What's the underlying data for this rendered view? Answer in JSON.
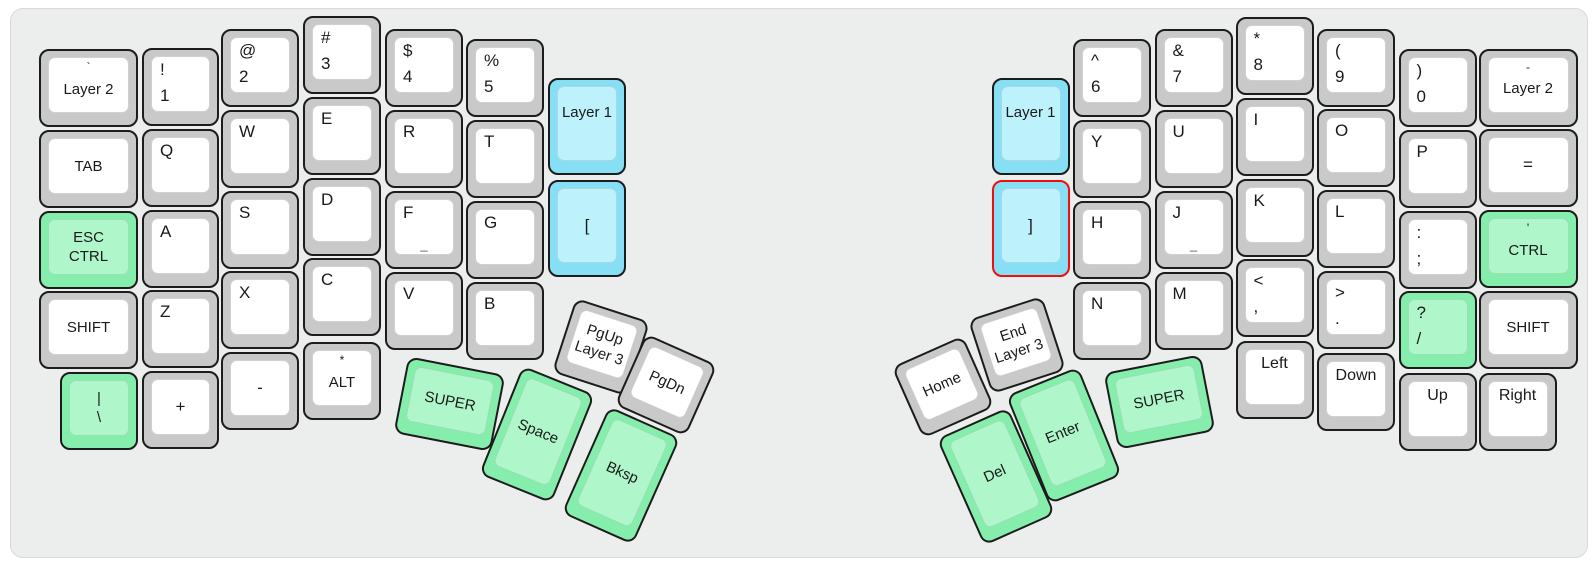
{
  "colors": {
    "page_background": "#ffffff",
    "panel_background": "#eceded",
    "key_base": "#c9c9c9",
    "key_face": "#ffffff",
    "green_base": "#86eeac",
    "green_face": "#b0f6cb",
    "cyan_base": "#86dff5",
    "cyan_face": "#bdf1fb",
    "selected_outline": "#f20d0d",
    "legend": "#1a1a1a"
  },
  "selected_key": "r-rbracket",
  "keys": [
    {
      "id": "l-layer2",
      "mode": "layer",
      "color": "gray",
      "labels": [
        "`",
        "Layer 2"
      ]
    },
    {
      "id": "l-tab",
      "mode": "word",
      "color": "gray",
      "labels": [
        "TAB"
      ]
    },
    {
      "id": "l-esc-ctrl",
      "mode": "stack",
      "color": "green",
      "labels": [
        "ESC",
        "CTRL"
      ]
    },
    {
      "id": "l-shift",
      "mode": "word",
      "color": "gray",
      "labels": [
        "SHIFT"
      ]
    },
    {
      "id": "l-pipe",
      "mode": "stack",
      "color": "green",
      "labels": [
        "|",
        "\\"
      ]
    },
    {
      "id": "l-1",
      "mode": "pair",
      "color": "gray",
      "labels": [
        "!",
        "1"
      ]
    },
    {
      "id": "l-q",
      "mode": "letter",
      "color": "gray",
      "labels": [
        "Q"
      ]
    },
    {
      "id": "l-a",
      "mode": "letter",
      "color": "gray",
      "labels": [
        "A"
      ]
    },
    {
      "id": "l-z",
      "mode": "letter",
      "color": "gray",
      "labels": [
        "Z"
      ]
    },
    {
      "id": "l-plus",
      "mode": "sym",
      "color": "gray",
      "labels": [
        "+"
      ]
    },
    {
      "id": "l-2",
      "mode": "pair",
      "color": "gray",
      "labels": [
        "@",
        "2"
      ]
    },
    {
      "id": "l-w",
      "mode": "letter",
      "color": "gray",
      "labels": [
        "W"
      ]
    },
    {
      "id": "l-s",
      "mode": "letter",
      "color": "gray",
      "labels": [
        "S"
      ]
    },
    {
      "id": "l-x",
      "mode": "letter",
      "color": "gray",
      "labels": [
        "X"
      ]
    },
    {
      "id": "l-minus",
      "mode": "sym",
      "color": "gray",
      "labels": [
        "-"
      ]
    },
    {
      "id": "l-3",
      "mode": "pair",
      "color": "gray",
      "labels": [
        "#",
        "3"
      ]
    },
    {
      "id": "l-e",
      "mode": "letter",
      "color": "gray",
      "labels": [
        "E"
      ]
    },
    {
      "id": "l-d",
      "mode": "letter",
      "color": "gray",
      "labels": [
        "D"
      ]
    },
    {
      "id": "l-c",
      "mode": "letter",
      "color": "gray",
      "labels": [
        "C"
      ]
    },
    {
      "id": "l-alt",
      "mode": "layer",
      "color": "gray",
      "labels": [
        "*",
        "ALT"
      ]
    },
    {
      "id": "l-4",
      "mode": "pair",
      "color": "gray",
      "labels": [
        "$",
        "4"
      ]
    },
    {
      "id": "l-r",
      "mode": "letter",
      "color": "gray",
      "labels": [
        "R"
      ]
    },
    {
      "id": "l-f",
      "mode": "homing",
      "color": "gray",
      "labels": [
        "F",
        "_"
      ]
    },
    {
      "id": "l-v",
      "mode": "letter",
      "color": "gray",
      "labels": [
        "V"
      ]
    },
    {
      "id": "l-5",
      "mode": "pair",
      "color": "gray",
      "labels": [
        "%",
        "5"
      ]
    },
    {
      "id": "l-t",
      "mode": "letter",
      "color": "gray",
      "labels": [
        "T"
      ]
    },
    {
      "id": "l-g",
      "mode": "letter",
      "color": "gray",
      "labels": [
        "G"
      ]
    },
    {
      "id": "l-b",
      "mode": "letter",
      "color": "gray",
      "labels": [
        "B"
      ]
    },
    {
      "id": "l-layer1",
      "mode": "word-high",
      "color": "cyan",
      "labels": [
        "Layer 1"
      ]
    },
    {
      "id": "l-lbracket",
      "mode": "sym",
      "color": "cyan",
      "labels": [
        "["
      ]
    },
    {
      "id": "l-pgup",
      "mode": "stack",
      "color": "gray",
      "labels": [
        "PgUp",
        "Layer 3"
      ]
    },
    {
      "id": "l-pgdn",
      "mode": "word",
      "color": "gray",
      "labels": [
        "PgDn"
      ]
    },
    {
      "id": "l-space",
      "mode": "word",
      "color": "green",
      "labels": [
        "Space"
      ]
    },
    {
      "id": "l-bksp",
      "mode": "word",
      "color": "green",
      "labels": [
        "Bksp"
      ]
    },
    {
      "id": "l-super",
      "mode": "word",
      "color": "green",
      "labels": [
        "SUPER"
      ]
    },
    {
      "id": "r-layer1",
      "mode": "word-high",
      "color": "cyan",
      "labels": [
        "Layer 1"
      ]
    },
    {
      "id": "r-rbracket",
      "mode": "sym",
      "color": "cyan",
      "selected": true,
      "labels": [
        "]"
      ]
    },
    {
      "id": "r-6",
      "mode": "pair",
      "color": "gray",
      "labels": [
        "^",
        "6"
      ]
    },
    {
      "id": "r-y",
      "mode": "letter",
      "color": "gray",
      "labels": [
        "Y"
      ]
    },
    {
      "id": "r-h",
      "mode": "letter",
      "color": "gray",
      "labels": [
        "H"
      ]
    },
    {
      "id": "r-n",
      "mode": "letter",
      "color": "gray",
      "labels": [
        "N"
      ]
    },
    {
      "id": "r-7",
      "mode": "pair",
      "color": "gray",
      "labels": [
        "&",
        "7"
      ]
    },
    {
      "id": "r-u",
      "mode": "letter",
      "color": "gray",
      "labels": [
        "U"
      ]
    },
    {
      "id": "r-j",
      "mode": "homing",
      "color": "gray",
      "labels": [
        "J",
        "_"
      ]
    },
    {
      "id": "r-m",
      "mode": "letter",
      "color": "gray",
      "labels": [
        "M"
      ]
    },
    {
      "id": "r-8",
      "mode": "pair",
      "color": "gray",
      "labels": [
        "*",
        "8"
      ]
    },
    {
      "id": "r-i",
      "mode": "letter",
      "color": "gray",
      "labels": [
        "I"
      ]
    },
    {
      "id": "r-k",
      "mode": "letter",
      "color": "gray",
      "labels": [
        "K"
      ]
    },
    {
      "id": "r-comma",
      "mode": "pair",
      "color": "gray",
      "labels": [
        "<",
        ","
      ]
    },
    {
      "id": "r-left",
      "mode": "arrow",
      "color": "gray",
      "labels": [
        "Left"
      ]
    },
    {
      "id": "r-9",
      "mode": "pair",
      "color": "gray",
      "labels": [
        "(",
        "9"
      ]
    },
    {
      "id": "r-o",
      "mode": "letter",
      "color": "gray",
      "labels": [
        "O"
      ]
    },
    {
      "id": "r-l",
      "mode": "letter",
      "color": "gray",
      "labels": [
        "L"
      ]
    },
    {
      "id": "r-period",
      "mode": "pair",
      "color": "gray",
      "labels": [
        ">",
        "."
      ]
    },
    {
      "id": "r-down",
      "mode": "arrow",
      "color": "gray",
      "labels": [
        "Down"
      ]
    },
    {
      "id": "r-0",
      "mode": "pair",
      "color": "gray",
      "labels": [
        ")",
        "0"
      ]
    },
    {
      "id": "r-p",
      "mode": "letter",
      "color": "gray",
      "labels": [
        "P"
      ]
    },
    {
      "id": "r-colon",
      "mode": "pair",
      "color": "gray",
      "labels": [
        ":",
        ";"
      ]
    },
    {
      "id": "r-slash",
      "mode": "pair",
      "color": "green",
      "labels": [
        "?",
        "/"
      ]
    },
    {
      "id": "r-up",
      "mode": "arrow",
      "color": "gray",
      "labels": [
        "Up"
      ]
    },
    {
      "id": "r-layer2",
      "mode": "layer",
      "color": "gray",
      "labels": [
        "-",
        "Layer 2"
      ]
    },
    {
      "id": "r-equals",
      "mode": "sym",
      "color": "gray",
      "labels": [
        "="
      ]
    },
    {
      "id": "r-quote-ctrl",
      "mode": "layer",
      "color": "green",
      "labels": [
        "'",
        "CTRL"
      ]
    },
    {
      "id": "r-shift",
      "mode": "word",
      "color": "gray",
      "labels": [
        "SHIFT"
      ]
    },
    {
      "id": "r-right",
      "mode": "arrow",
      "color": "gray",
      "labels": [
        "Right"
      ]
    },
    {
      "id": "r-end",
      "mode": "stack",
      "color": "gray",
      "labels": [
        "End",
        "Layer 3"
      ]
    },
    {
      "id": "r-home",
      "mode": "word",
      "color": "gray",
      "labels": [
        "Home"
      ]
    },
    {
      "id": "r-enter",
      "mode": "word",
      "color": "green",
      "labels": [
        "Enter"
      ]
    },
    {
      "id": "r-del",
      "mode": "word",
      "color": "green",
      "labels": [
        "Del"
      ]
    },
    {
      "id": "r-super",
      "mode": "word",
      "color": "green",
      "labels": [
        "SUPER"
      ]
    }
  ]
}
